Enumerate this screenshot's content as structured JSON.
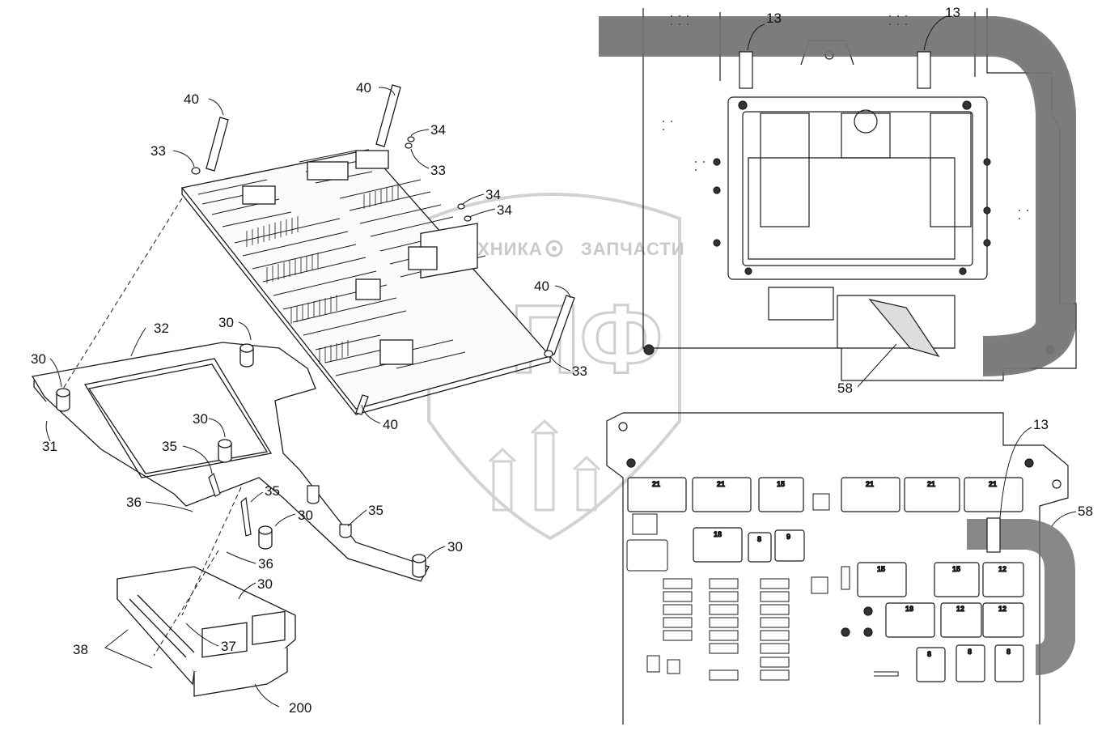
{
  "watermark": {
    "left_text": "ТЕХНИКА",
    "right_text": "ЗАПЧАСТИ",
    "big_text": "ЭПФ",
    "gear_icon": "gear-icon"
  },
  "callouts": {
    "c40a": "40",
    "c40b": "40",
    "c40c": "40",
    "c40d": "40",
    "c33a": "33",
    "c33b": "33",
    "c33c": "33",
    "c34a": "34",
    "c34b": "34",
    "c34c": "34",
    "c32": "32",
    "c30a": "30",
    "c30b": "30",
    "c30c": "30",
    "c30d": "30",
    "c30e": "30",
    "c30f": "30",
    "c31": "31",
    "c35a": "35",
    "c35b": "35",
    "c35c": "35",
    "c36a": "36",
    "c36b": "36",
    "c37": "37",
    "c38": "38",
    "c200": "200",
    "c13a": "13",
    "c13b": "13",
    "c13c": "13",
    "c58a": "58",
    "c58b": "58"
  },
  "connectors_top": [
    "21",
    "21",
    "15",
    "21",
    "21",
    "21"
  ],
  "connectors_mid": [
    "18",
    "8",
    "9"
  ],
  "connectors_right": [
    "15",
    "15",
    "12",
    "18",
    "12",
    "12",
    "8",
    "8",
    "8"
  ],
  "colors": {
    "line": "#1a1a1a",
    "harness": "#6e6e6e",
    "watermark": "#cfcfcf"
  }
}
